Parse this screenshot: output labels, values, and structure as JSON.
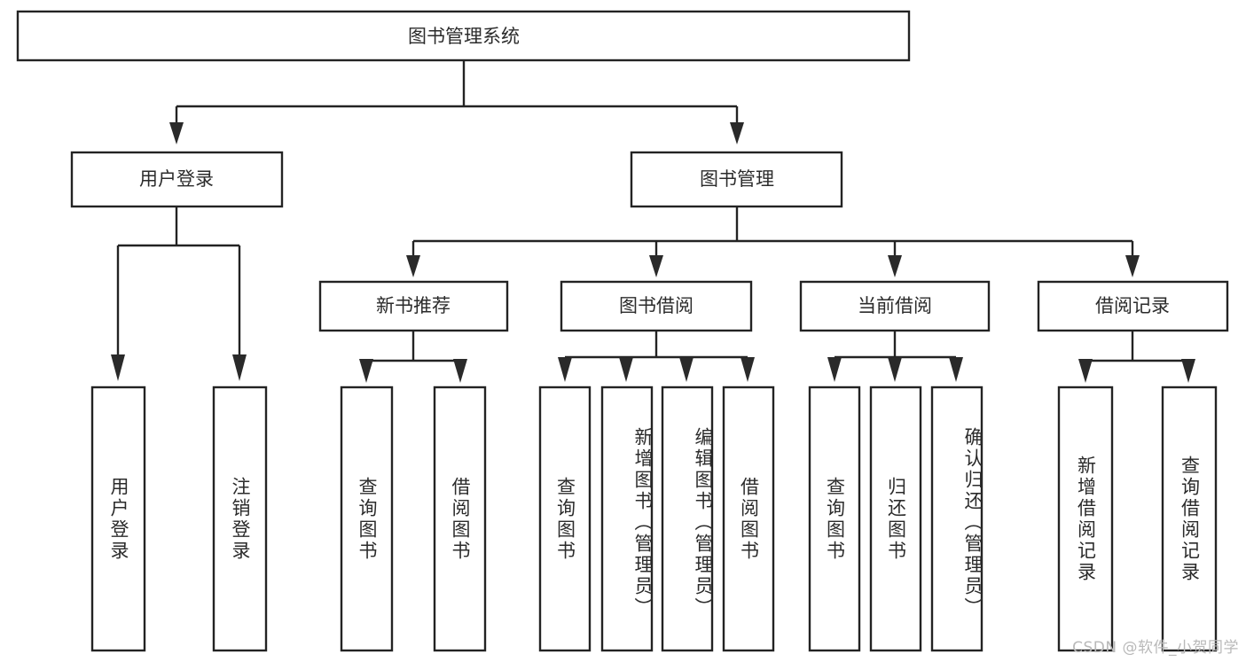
{
  "diagram": {
    "title_node": {
      "label": "图书管理系统"
    },
    "level2": [
      {
        "id": "user-login",
        "label": "用户登录"
      },
      {
        "id": "book-management",
        "label": "图书管理"
      }
    ],
    "level3": [
      {
        "id": "new-book-recommend",
        "label": "新书推荐"
      },
      {
        "id": "book-borrow",
        "label": "图书借阅"
      },
      {
        "id": "current-borrow",
        "label": "当前借阅"
      },
      {
        "id": "borrow-record",
        "label": "借阅记录"
      }
    ],
    "leaves": [
      {
        "id": "leaf-user-login",
        "label": "用户登录",
        "parent": "user-login"
      },
      {
        "id": "leaf-logout-login",
        "label": "注销登录",
        "parent": "user-login"
      },
      {
        "id": "leaf-query-book-1",
        "label": "查询图书",
        "parent": "new-book-recommend"
      },
      {
        "id": "leaf-borrow-book-1",
        "label": "借阅图书",
        "parent": "new-book-recommend"
      },
      {
        "id": "leaf-query-book-2",
        "label": "查询图书",
        "parent": "book-borrow"
      },
      {
        "id": "leaf-add-book",
        "label": "新增图书（管理员）",
        "parent": "book-borrow"
      },
      {
        "id": "leaf-edit-book",
        "label": "编辑图书（管理员）",
        "parent": "book-borrow"
      },
      {
        "id": "leaf-borrow-book-2",
        "label": "借阅图书",
        "parent": "book-borrow"
      },
      {
        "id": "leaf-query-book-3",
        "label": "查询图书",
        "parent": "current-borrow"
      },
      {
        "id": "leaf-return-book",
        "label": "归还图书",
        "parent": "current-borrow"
      },
      {
        "id": "leaf-confirm-return",
        "label": "确认归还（管理员）",
        "parent": "current-borrow"
      },
      {
        "id": "leaf-add-record",
        "label": "新增借阅记录",
        "parent": "borrow-record"
      },
      {
        "id": "leaf-query-record",
        "label": "查询借阅记录",
        "parent": "borrow-record"
      }
    ],
    "colors": {
      "stroke": "#232323",
      "text": "#2b2b2b",
      "background": "#ffffff",
      "watermark": "#b9b9b9"
    }
  },
  "watermark": {
    "text": "CSDN @软件_小贺同学"
  }
}
